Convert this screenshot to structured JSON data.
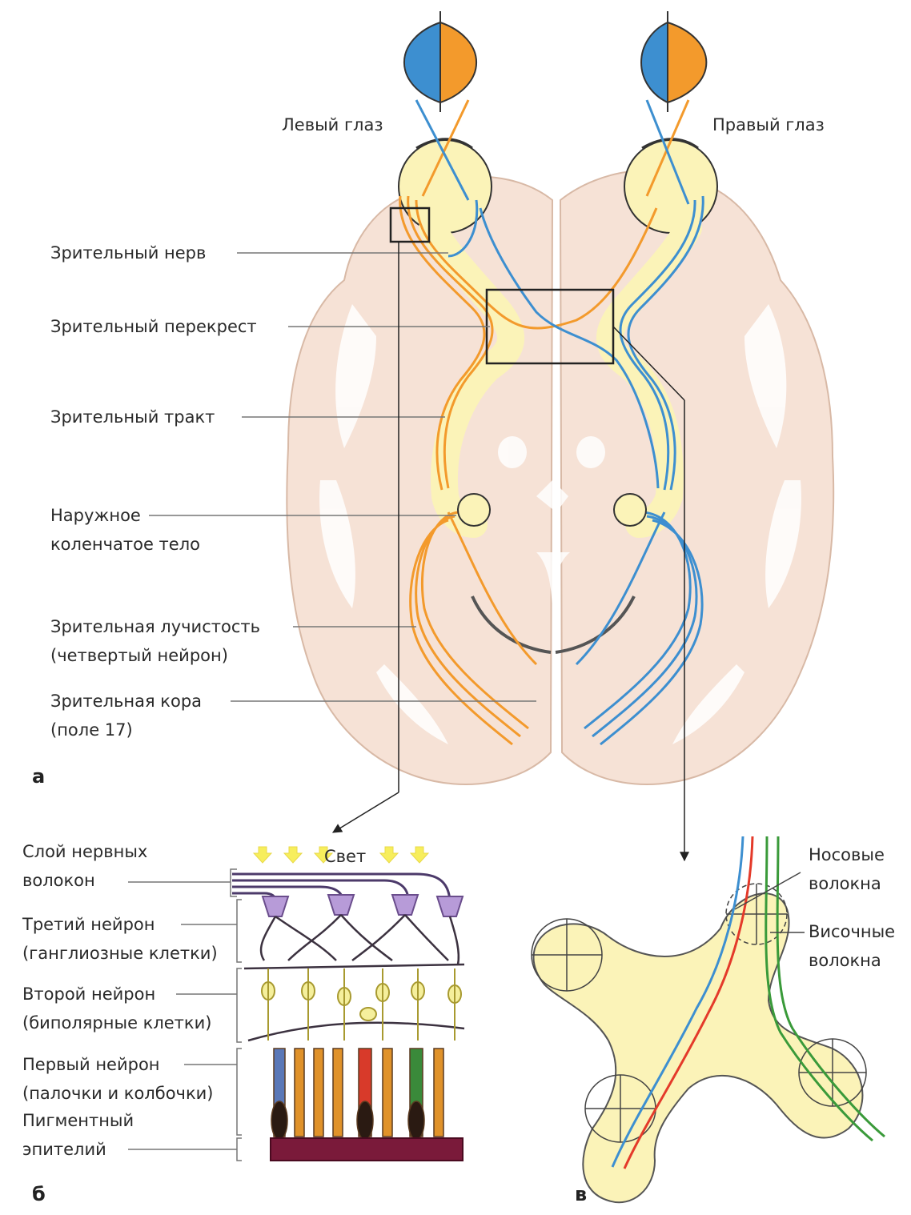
{
  "eyes": {
    "left": "Левый глаз",
    "right": "Правый глаз"
  },
  "brain_labels": {
    "optic_nerve": "Зрительный нерв",
    "chiasm": "Зрительный перекрест",
    "optic_tract": "Зрительный тракт",
    "lgn_line1": "Наружное",
    "lgn_line2": "коленчатое тело",
    "radiation_line1": "Зрительная лучистость",
    "radiation_line2": "(четвертый нейрон)",
    "cortex_line1": "Зрительная кора",
    "cortex_line2": "(поле 17)"
  },
  "retina_labels": {
    "light": "Свет",
    "fiber_layer_line1": "Слой нервных",
    "fiber_layer_line2": "волокон",
    "third_line1": "Третий нейрон",
    "third_line2": "(ганглиозные клетки)",
    "second_line1": "Второй нейрон",
    "second_line2": "(биполярные клетки)",
    "first_line1": "Первый нейрон",
    "first_line2": "(палочки и колбочки)",
    "pigment_line1": "Пигментный",
    "pigment_line2": "эпителий"
  },
  "chiasm_labels": {
    "nasal_line1": "Носовые",
    "nasal_line2": "волокна",
    "temporal_line1": "Височные",
    "temporal_line2": "волокна"
  },
  "panels": {
    "a": "а",
    "b": "б",
    "c": "в"
  },
  "colors": {
    "left_field": "#3d8fd0",
    "right_field": "#f39a2c",
    "brain_tissue": "#f6e2d6",
    "white_matter": "#ffffff",
    "pathway_fill": "#fbf3b8",
    "nasal_fiber": "#e43a2a",
    "temporal_fiber": "#3a9a3a"
  }
}
